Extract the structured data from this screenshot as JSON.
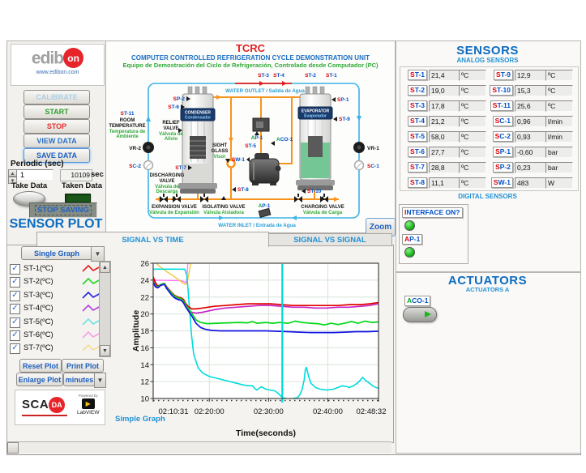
{
  "branding": {
    "logo_main": "edib",
    "logo_circle": "on",
    "website": "www.edibon.com",
    "scada": "SCA",
    "scada_da": "DA",
    "powered_by": "Powered by",
    "labview": "LabVIEW"
  },
  "controls": {
    "calibrate": "CALIBRATE",
    "start": "START",
    "stop": "STOP",
    "view_data": "VIEW DATA",
    "save_data": "SAVE DATA",
    "periodic_label": "Periodic (sec)",
    "periodic_value": "1",
    "elapsed_value": "10109",
    "elapsed_unit": "sec",
    "take_data": "Take Data",
    "taken_data": "Taken Data",
    "stop_saving": "STOP SAVING"
  },
  "plot_panel": {
    "title": "SENSOR PLOT",
    "tab_time": "SIGNAL VS TIME",
    "tab_signal": "SIGNAL VS SIGNAL",
    "graph_mode": "Single Graph",
    "legend": [
      {
        "label": "ST-1(ºC)",
        "color": "#e81e1e"
      },
      {
        "label": "ST-2(ºC)",
        "color": "#22d822"
      },
      {
        "label": "ST-3(ºC)",
        "color": "#2424dd"
      },
      {
        "label": "ST-4(ºC)",
        "color": "#b13ddd"
      },
      {
        "label": "ST-5(ºC)",
        "color": "#6fe2e2"
      },
      {
        "label": "ST-6(ºC)",
        "color": "#f59fe4"
      },
      {
        "label": "ST-7(ºC)",
        "color": "#f3dd90"
      }
    ],
    "reset": "Reset Plot",
    "print": "Print Plot",
    "enlarge": "Enlarge Plot",
    "units": "minutes",
    "zoom_button": "Zoom",
    "caption": "Simple Graph"
  },
  "diagram": {
    "title_code": "TCRC",
    "title_en": "COMPUTER CONTROLLED REFRIGERATION CYCLE DEMONSTRATION UNIT",
    "title_es": "Equipo de Demostración del Ciclo de Refrigeración, Controlado desde Computador (PC)",
    "water_outlet": "WATER OUTLET / Salida de Agua",
    "water_inlet": "WATER INLET / Entrada de Agua",
    "condenser": [
      "CONDENSER",
      "Condensador"
    ],
    "evaporator": [
      "EVAPORATOR",
      "Evaporador"
    ],
    "room": [
      "ROOM",
      "TEMPERATURE",
      "Temperatura de",
      "Ambiente"
    ],
    "relief": [
      "RELIEF",
      "VALVE",
      "Válvula de",
      "Alivio"
    ],
    "sight": [
      "SIGHT",
      "GLASS",
      "Visor"
    ],
    "discharging": [
      "DISCHARGING",
      "VALVE",
      "Válvula de",
      "Descarga"
    ],
    "expansion": [
      "EXPANSION VALVE",
      "Válvula de Expansión"
    ],
    "isolating": [
      "ISOLATING VALVE",
      "Válvula Aisladora"
    ],
    "charging": [
      "CHARGING VALVE",
      "Válvula de Carga"
    ],
    "tags": {
      "st1": "ST-1",
      "st2": "ST-2",
      "st3": "ST-3",
      "st4": "ST-4",
      "st5": "ST-5",
      "st6": "ST-6",
      "st7": "ST-7",
      "st8": "ST-8",
      "st9": "ST-9",
      "st10": "ST-10",
      "st11": "ST-11",
      "sp1": "SP-1",
      "sp2": "SP-2",
      "sw1": "SW-1",
      "ap1": "AP-1",
      "aco1": "ACO-1",
      "vr1": "VR-1",
      "vr2": "VR-2",
      "sc1": "SC-1",
      "sc2": "SC-2"
    }
  },
  "sensors": {
    "title": "SENSORS",
    "analog_title": "ANALOG SENSORS",
    "digital_title": "DIGITAL SENSORS",
    "analog": [
      {
        "tag": "ST-1",
        "value": "21,4",
        "unit": "ºC"
      },
      {
        "tag": "ST-2",
        "value": "19,0",
        "unit": "ºC"
      },
      {
        "tag": "ST-3",
        "value": "17,8",
        "unit": "ºC"
      },
      {
        "tag": "ST-4",
        "value": "21,2",
        "unit": "ºC"
      },
      {
        "tag": "ST-5",
        "value": "58,0",
        "unit": "ºC"
      },
      {
        "tag": "ST-6",
        "value": "27,7",
        "unit": "ºC"
      },
      {
        "tag": "ST-7",
        "value": "28,8",
        "unit": "ºC"
      },
      {
        "tag": "ST-8",
        "value": "11,1",
        "unit": "ºC"
      },
      {
        "tag": "ST-9",
        "value": "12,9",
        "unit": "ºC"
      },
      {
        "tag": "ST-10",
        "value": "15,3",
        "unit": "ºC"
      },
      {
        "tag": "ST-11",
        "value": "25,6",
        "unit": "ºC"
      },
      {
        "tag": "SC-1",
        "value": "0,96",
        "unit": "l/min"
      },
      {
        "tag": "SC-2",
        "value": "0,93",
        "unit": "l/min"
      },
      {
        "tag": "SP-1",
        "value": "-0,60",
        "unit": "bar"
      },
      {
        "tag": "SP-2",
        "value": "0,23",
        "unit": "bar"
      },
      {
        "tag": "SW-1",
        "value": "483",
        "unit": "W"
      }
    ],
    "interface_label": "INTERFACE ON?",
    "ap1_label": "AP-1"
  },
  "actuators": {
    "title": "ACTUATORS",
    "subtitle": "ACTUATORS A",
    "aco1_label": "ACO-1"
  },
  "chart_data": {
    "type": "line",
    "xlabel": "Time(seconds)",
    "ylabel": "Amplitude",
    "ylim": [
      10,
      26
    ],
    "y_ticks": [
      26,
      24,
      22,
      20,
      18,
      16,
      14,
      12,
      10
    ],
    "x_ticks": [
      "02:10:31",
      "02:20:00",
      "02:30:00",
      "02:40:00",
      "02:48:32"
    ],
    "x_tick_pos": [
      0,
      0.249,
      0.512,
      0.775,
      1
    ],
    "grid": true,
    "legend_position": "left-panel",
    "cursor": {
      "x": 0.573,
      "color": "#00d8d8"
    },
    "series": [
      {
        "name": "ST-6",
        "color": "#ff78ff",
        "width": 1.4,
        "points": [
          [
            0,
            24.0
          ],
          [
            0.12,
            23.95
          ],
          [
            0.14,
            23.8
          ],
          [
            0.147,
            23.6
          ],
          [
            0.15,
            24.5
          ],
          [
            0.155,
            26.5
          ],
          [
            0.16,
            27.5
          ]
        ]
      },
      {
        "name": "ST-7",
        "color": "#f0c83c",
        "width": 1.4,
        "points": [
          [
            0,
            26.3
          ],
          [
            0.03,
            25.6
          ],
          [
            0.06,
            25.0
          ],
          [
            0.09,
            24.5
          ],
          [
            0.12,
            23.9
          ],
          [
            0.14,
            23.5
          ],
          [
            0.15,
            23.6
          ],
          [
            0.16,
            25.0
          ],
          [
            0.17,
            26.5
          ],
          [
            0.18,
            27.5
          ]
        ]
      },
      {
        "name": "ST-8",
        "color": "#00dcdc",
        "width": 1.6,
        "points": [
          [
            0,
            25.3
          ],
          [
            0.14,
            25.3
          ],
          [
            0.15,
            24.5
          ],
          [
            0.16,
            21.0
          ],
          [
            0.17,
            17.5
          ],
          [
            0.18,
            15.2
          ],
          [
            0.2,
            13.6
          ],
          [
            0.22,
            13.0
          ],
          [
            0.25,
            12.6
          ],
          [
            0.28,
            12.4
          ],
          [
            0.31,
            12.2
          ],
          [
            0.34,
            12.0
          ],
          [
            0.37,
            11.8
          ],
          [
            0.4,
            11.6
          ],
          [
            0.42,
            11.5
          ],
          [
            0.44,
            11.5
          ],
          [
            0.45,
            11.2
          ],
          [
            0.46,
            11.0
          ],
          [
            0.47,
            11.2
          ],
          [
            0.48,
            11.4
          ],
          [
            0.5,
            11.1
          ],
          [
            0.52,
            11.0
          ],
          [
            0.54,
            10.9
          ],
          [
            0.555,
            10.6
          ],
          [
            0.57,
            10.2
          ],
          [
            0.58,
            10.05
          ],
          [
            0.6,
            9.95
          ],
          [
            0.62,
            10.0
          ],
          [
            0.64,
            10.1
          ],
          [
            0.65,
            10.4
          ],
          [
            0.66,
            11.0
          ],
          [
            0.67,
            12.2
          ],
          [
            0.675,
            13.4
          ],
          [
            0.68,
            13.7
          ],
          [
            0.69,
            12.6
          ],
          [
            0.7,
            11.8
          ],
          [
            0.72,
            11.3
          ],
          [
            0.74,
            11.1
          ],
          [
            0.77,
            11.0
          ],
          [
            0.8,
            11.1
          ],
          [
            0.82,
            11.3
          ],
          [
            0.84,
            11.5
          ],
          [
            0.86,
            11.4
          ],
          [
            0.87,
            11.3
          ],
          [
            0.89,
            11.5
          ],
          [
            0.91,
            11.9
          ],
          [
            0.93,
            12.5
          ],
          [
            0.94,
            12.2
          ],
          [
            0.96,
            11.8
          ],
          [
            0.98,
            11.4
          ],
          [
            1,
            11.2
          ]
        ]
      },
      {
        "name": "ST-4",
        "color": "#c823c8",
        "width": 1.7,
        "points": [
          [
            0,
            24.2
          ],
          [
            0.01,
            23.5
          ],
          [
            0.02,
            23.1
          ],
          [
            0.035,
            23.4
          ],
          [
            0.05,
            23.5
          ],
          [
            0.06,
            23.0
          ],
          [
            0.08,
            22.4
          ],
          [
            0.095,
            22.0
          ],
          [
            0.11,
            21.8
          ],
          [
            0.125,
            21.7
          ],
          [
            0.135,
            21.4
          ],
          [
            0.145,
            20.9
          ],
          [
            0.155,
            20.5
          ],
          [
            0.17,
            20.2
          ],
          [
            0.19,
            20.1
          ],
          [
            0.22,
            20.2
          ],
          [
            0.27,
            20.5
          ],
          [
            0.32,
            20.7
          ],
          [
            0.37,
            20.8
          ],
          [
            0.42,
            20.9
          ],
          [
            0.47,
            21.0
          ],
          [
            0.52,
            21.0
          ],
          [
            0.57,
            20.9
          ],
          [
            0.62,
            20.8
          ],
          [
            0.67,
            20.8
          ],
          [
            0.72,
            20.7
          ],
          [
            0.77,
            20.7
          ],
          [
            0.82,
            20.8
          ],
          [
            0.87,
            20.8
          ],
          [
            0.92,
            20.9
          ],
          [
            0.96,
            21.0
          ],
          [
            1,
            21.2
          ]
        ]
      },
      {
        "name": "ST-1",
        "color": "#e00000",
        "width": 1.7,
        "points": [
          [
            0,
            24.4
          ],
          [
            0.01,
            23.7
          ],
          [
            0.02,
            23.3
          ],
          [
            0.035,
            23.5
          ],
          [
            0.05,
            23.6
          ],
          [
            0.06,
            23.2
          ],
          [
            0.08,
            22.6
          ],
          [
            0.095,
            22.2
          ],
          [
            0.11,
            22.0
          ],
          [
            0.125,
            21.9
          ],
          [
            0.135,
            21.7
          ],
          [
            0.145,
            21.2
          ],
          [
            0.155,
            20.9
          ],
          [
            0.17,
            20.6
          ],
          [
            0.19,
            20.6
          ],
          [
            0.22,
            20.7
          ],
          [
            0.27,
            20.9
          ],
          [
            0.32,
            21.0
          ],
          [
            0.37,
            21.1
          ],
          [
            0.42,
            21.2
          ],
          [
            0.47,
            21.2
          ],
          [
            0.52,
            21.2
          ],
          [
            0.57,
            21.1
          ],
          [
            0.62,
            21.0
          ],
          [
            0.67,
            21.0
          ],
          [
            0.72,
            21.0
          ],
          [
            0.77,
            21.0
          ],
          [
            0.82,
            21.0
          ],
          [
            0.87,
            21.1
          ],
          [
            0.92,
            21.1
          ],
          [
            0.96,
            21.2
          ],
          [
            1,
            21.35
          ]
        ]
      },
      {
        "name": "ST-2",
        "color": "#00d816",
        "width": 1.7,
        "points": [
          [
            0,
            23.8
          ],
          [
            0.01,
            23.3
          ],
          [
            0.02,
            23.2
          ],
          [
            0.035,
            23.5
          ],
          [
            0.05,
            23.6
          ],
          [
            0.06,
            23.1
          ],
          [
            0.08,
            22.5
          ],
          [
            0.095,
            22.1
          ],
          [
            0.11,
            21.9
          ],
          [
            0.125,
            21.8
          ],
          [
            0.135,
            21.5
          ],
          [
            0.145,
            21.0
          ],
          [
            0.16,
            20.5
          ],
          [
            0.175,
            19.9
          ],
          [
            0.19,
            19.3
          ],
          [
            0.21,
            19.0
          ],
          [
            0.24,
            18.85
          ],
          [
            0.28,
            18.9
          ],
          [
            0.33,
            18.95
          ],
          [
            0.38,
            19.0
          ],
          [
            0.42,
            18.95
          ],
          [
            0.44,
            19.1
          ],
          [
            0.46,
            18.9
          ],
          [
            0.5,
            19.0
          ],
          [
            0.53,
            18.9
          ],
          [
            0.56,
            19.0
          ],
          [
            0.6,
            18.9
          ],
          [
            0.63,
            19.15
          ],
          [
            0.66,
            19.0
          ],
          [
            0.7,
            18.9
          ],
          [
            0.73,
            18.85
          ],
          [
            0.76,
            18.7
          ],
          [
            0.79,
            18.9
          ],
          [
            0.82,
            18.75
          ],
          [
            0.85,
            18.9
          ],
          [
            0.88,
            19.1
          ],
          [
            0.91,
            18.9
          ],
          [
            0.94,
            19.15
          ],
          [
            0.97,
            19.0
          ],
          [
            1,
            19.05
          ]
        ]
      },
      {
        "name": "ST-3",
        "color": "#1414e6",
        "width": 1.7,
        "points": [
          [
            0,
            23.7
          ],
          [
            0.01,
            23.2
          ],
          [
            0.02,
            23.1
          ],
          [
            0.035,
            23.4
          ],
          [
            0.05,
            23.5
          ],
          [
            0.06,
            23.0
          ],
          [
            0.08,
            22.3
          ],
          [
            0.095,
            21.9
          ],
          [
            0.11,
            21.7
          ],
          [
            0.125,
            21.6
          ],
          [
            0.135,
            21.3
          ],
          [
            0.145,
            20.8
          ],
          [
            0.16,
            20.2
          ],
          [
            0.175,
            19.6
          ],
          [
            0.19,
            18.9
          ],
          [
            0.21,
            18.4
          ],
          [
            0.23,
            18.2
          ],
          [
            0.26,
            18.05
          ],
          [
            0.3,
            18.0
          ],
          [
            0.35,
            18.0
          ],
          [
            0.4,
            18.0
          ],
          [
            0.45,
            18.0
          ],
          [
            0.5,
            18.0
          ],
          [
            0.55,
            17.95
          ],
          [
            0.6,
            17.9
          ],
          [
            0.65,
            17.85
          ],
          [
            0.7,
            17.8
          ],
          [
            0.75,
            17.8
          ],
          [
            0.8,
            17.8
          ],
          [
            0.85,
            17.85
          ],
          [
            0.9,
            17.9
          ],
          [
            0.95,
            17.9
          ],
          [
            1,
            17.95
          ]
        ]
      }
    ]
  }
}
